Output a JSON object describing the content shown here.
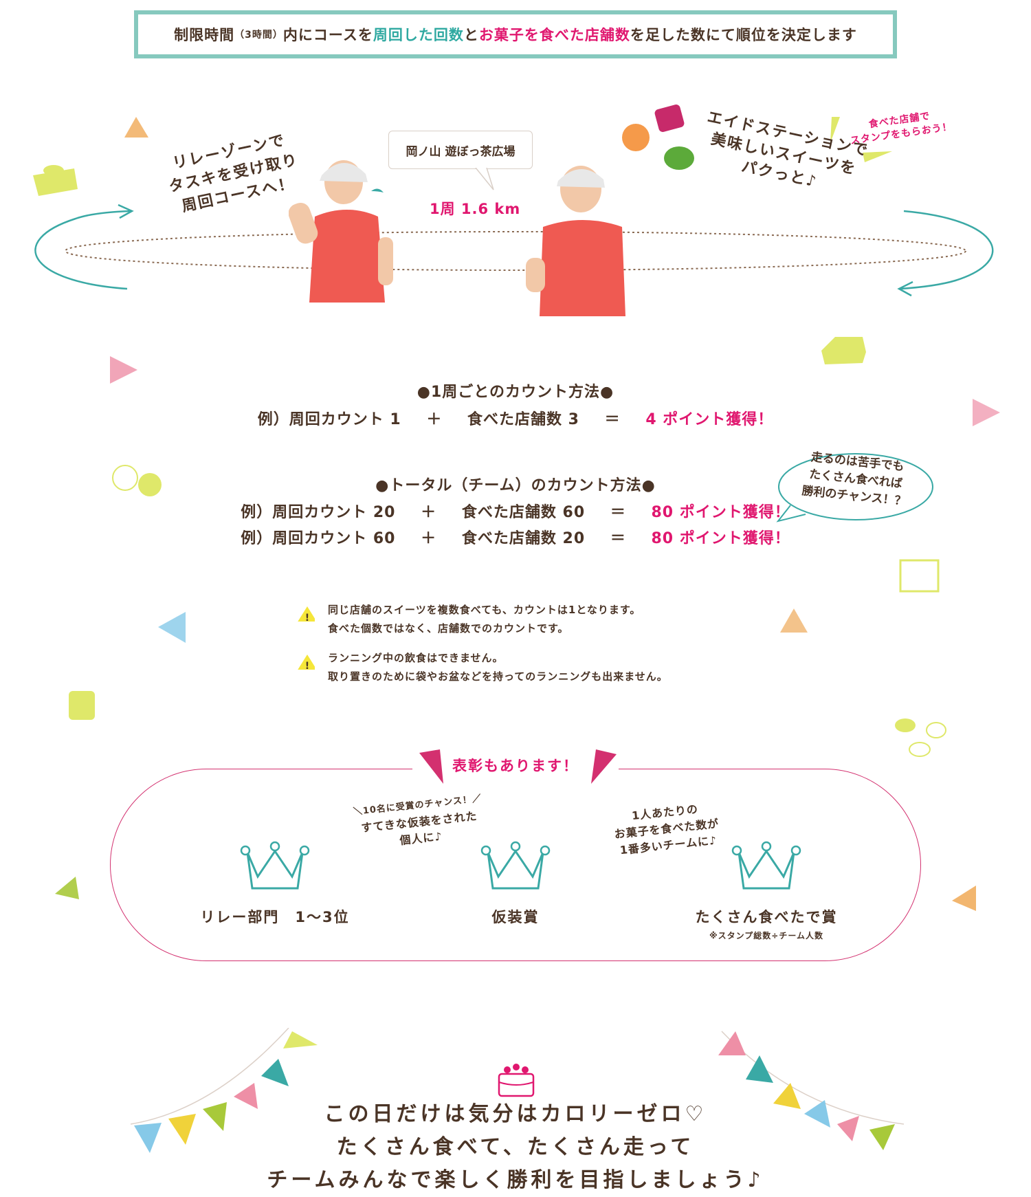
{
  "rule": {
    "part1": "制限時間",
    "part2": "（3時間）",
    "part3": "内にコースを",
    "highlight1": "周回した回数",
    "part4": "と",
    "highlight2": "お菓子を食べた店舗数",
    "part5": "を足した数にて順位を決定します"
  },
  "course": {
    "relay_text": [
      "リレーゾーンで",
      "タスキを受け取り",
      "周回コースへ！"
    ],
    "venue": "岡ノ山 遊ぼっ茶広場",
    "lap": "1周  1.6 km",
    "aid_text": [
      "エイドステーションで",
      "美味しいスイーツを",
      "パクっと♪"
    ],
    "stamp_text": [
      "食べた店舗で",
      "スタンプをもらおう！"
    ]
  },
  "per_lap": {
    "heading": "●1周ごとのカウント方法●",
    "example": {
      "prefix": "例）周回カウント 1",
      "plus": "＋",
      "stores": "食べた店舗数  3",
      "equals": "＝",
      "result": "4 ポイント獲得！"
    }
  },
  "total": {
    "heading": "●トータル（チーム）のカウント方法●",
    "examples": [
      {
        "prefix": "例）周回カウント 20",
        "plus": "＋",
        "stores": "食べた店舗数  60",
        "equals": "＝",
        "result": "80 ポイント獲得！"
      },
      {
        "prefix": "例）周回カウント 60",
        "plus": "＋",
        "stores": "食べた店舗数  20",
        "equals": "＝",
        "result": "80 ポイント獲得！"
      }
    ],
    "bubble": [
      "走るのは苦手でも",
      "たくさん食べれば",
      "勝利のチャンス！？"
    ]
  },
  "notes": [
    {
      "lines": [
        "同じ店舗のスイーツを複数食べても、カウントは1となります。",
        "食べた個数ではなく、店舗数でのカウントです。"
      ]
    },
    {
      "lines": [
        "ランニング中の飲食はできません。",
        "取り置きのために袋やお盆などを持ってのランニングも出来ません。"
      ]
    }
  ],
  "awards": {
    "title": "表彰もあります！",
    "items": [
      {
        "label": "リレー部門　1～3位",
        "desc": [],
        "note": ""
      },
      {
        "label": "仮装賞",
        "desc": [
          "＼10名に受賞のチャンス！／",
          "すてきな仮装をされた",
          "個人に♪"
        ],
        "note": ""
      },
      {
        "label": "たくさん食べたで賞",
        "desc": [
          "1人あたりの",
          "お菓子を食べた数が",
          "1番多いチームに♪"
        ],
        "note": "※スタンプ総数÷チーム人数"
      }
    ]
  },
  "closing": [
    "この日だけは気分はカロリーゼロ♡",
    "たくさん食べて、たくさん走って",
    "チームみんなで楽しく勝利を目指しましょう♪"
  ],
  "colors": {
    "teal": "#2fa9a1",
    "pink": "#e0176f",
    "brown": "#4a3426",
    "frame": "#86c9be",
    "shirt": "#ef5a52"
  }
}
